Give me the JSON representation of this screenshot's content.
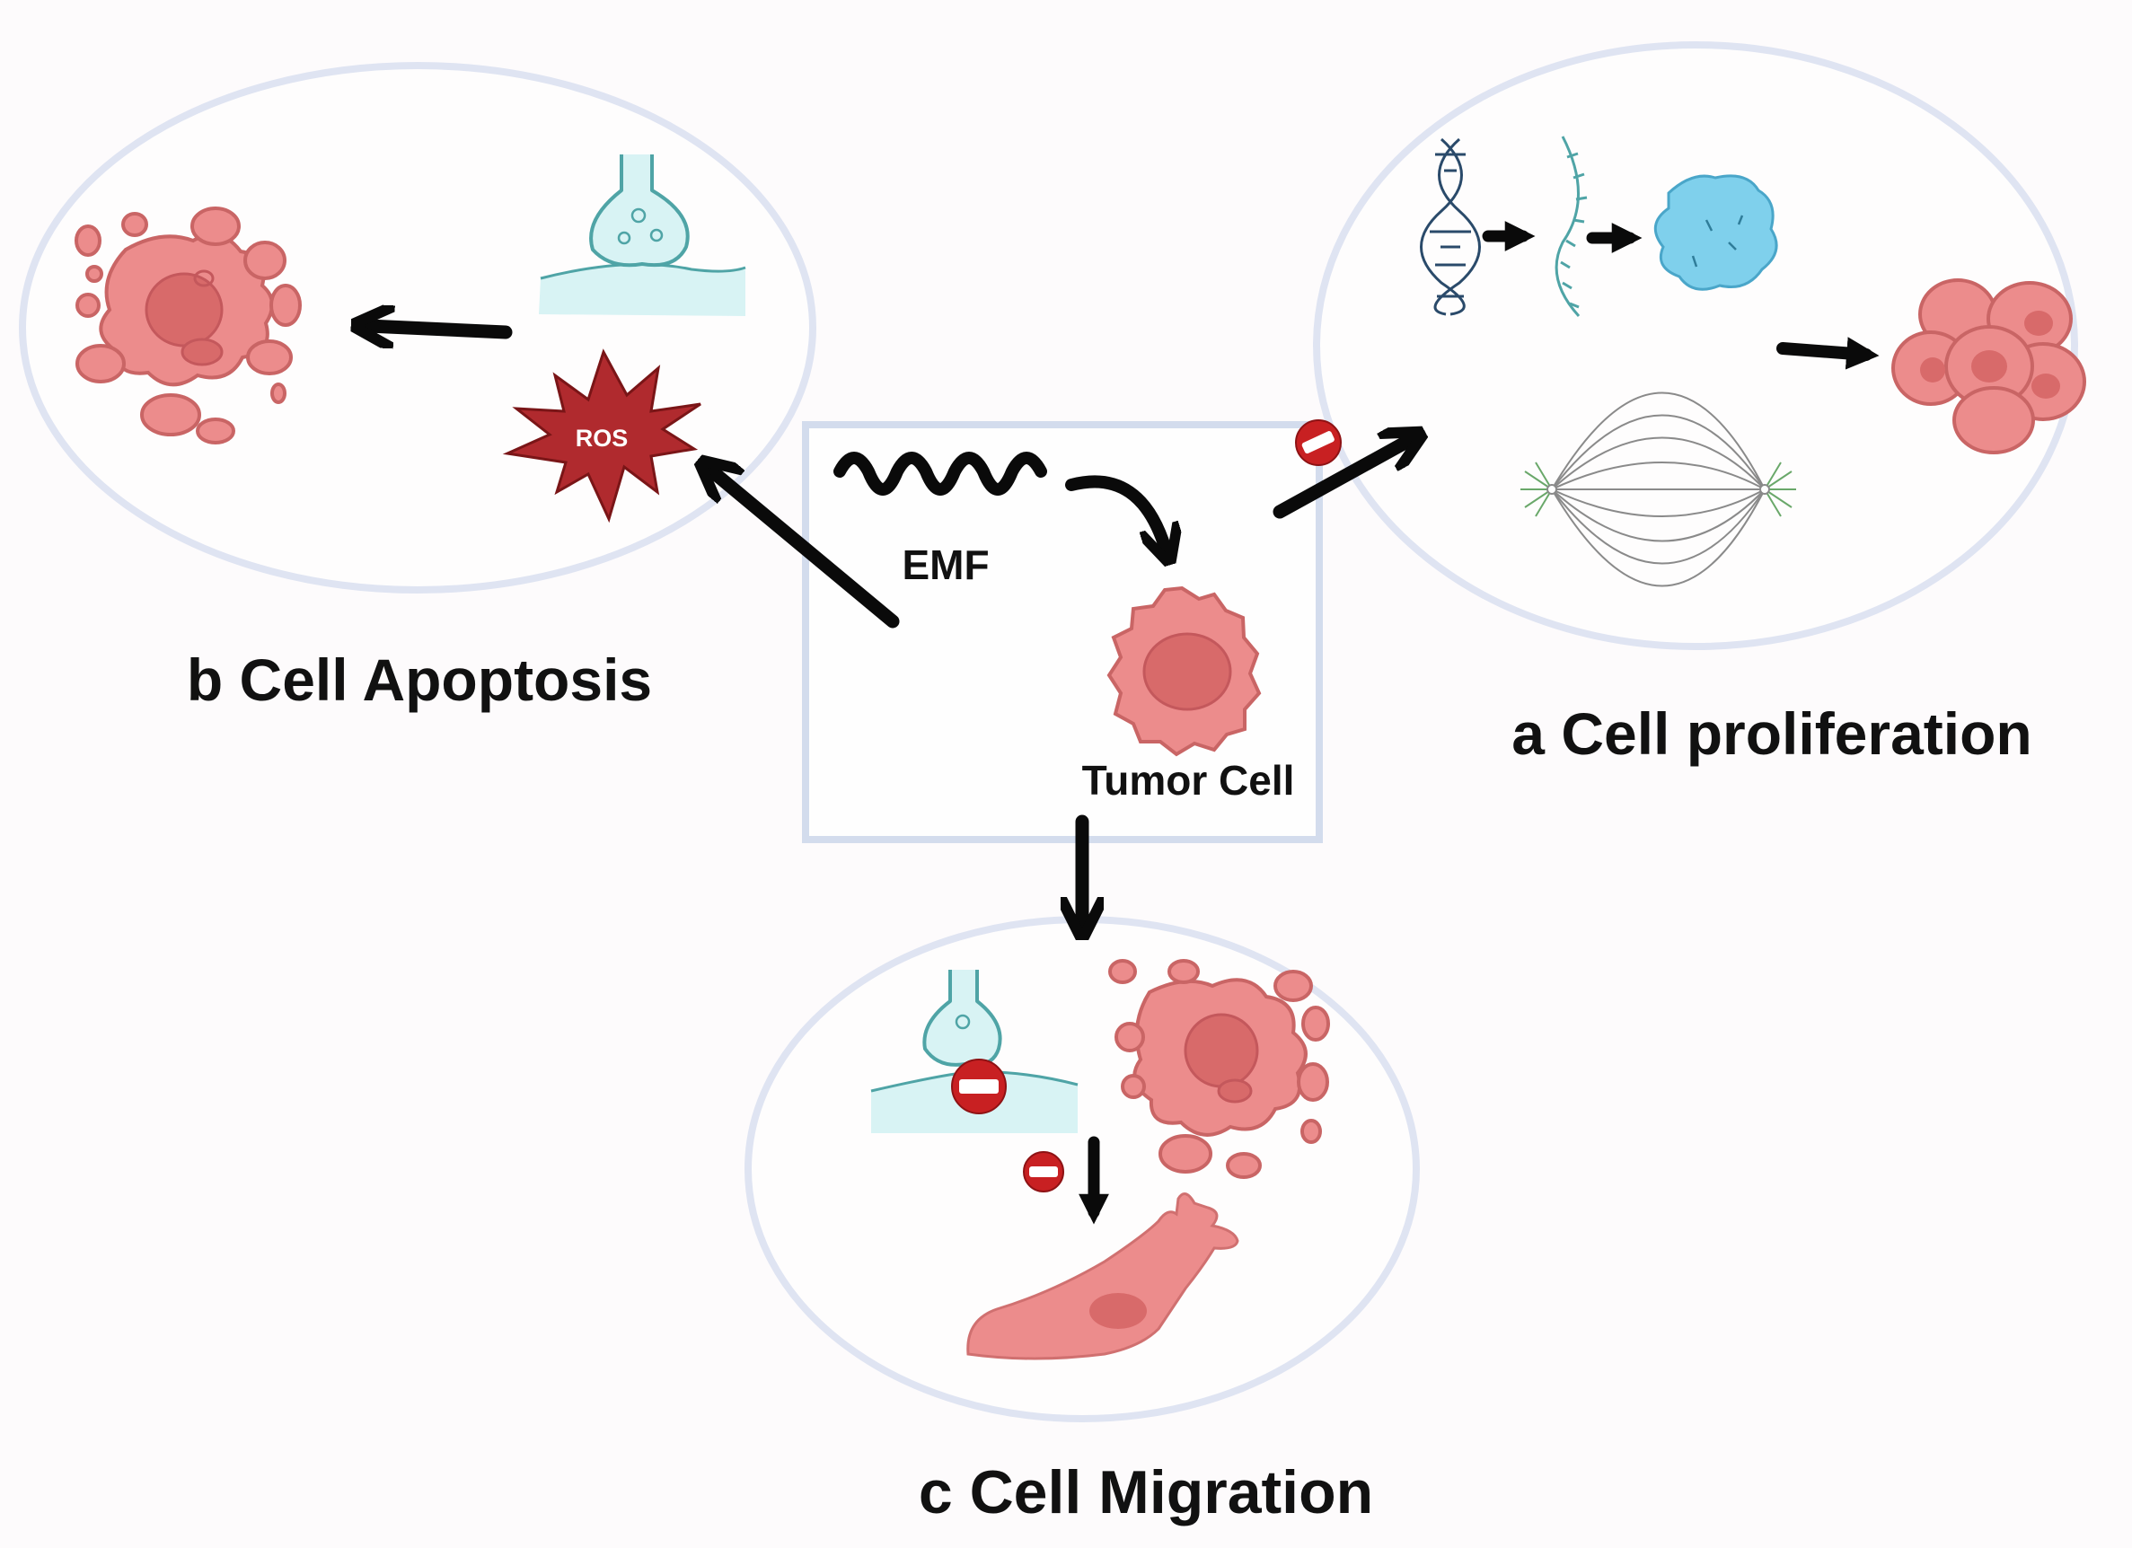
{
  "diagram": {
    "center": {
      "stimulus_label": "EMF",
      "cell_label": "Tumor Cell"
    },
    "panels": {
      "proliferation": {
        "title": "a Cell proliferation"
      },
      "apoptosis": {
        "title": "b Cell Apoptosis",
        "ros_label": "ROS"
      },
      "migration": {
        "title": "c Cell Migration"
      }
    },
    "colors": {
      "ellipse_border": "#dfe4f2",
      "box_border": "#d3dced",
      "cell_fill": "#ec8c8c",
      "cell_nucleus": "#d86a6a",
      "cell_edge": "#c96565",
      "ros_fill": "#b02a2e",
      "protein_fill": "#7fd0ec",
      "neuron_stroke": "#4fa4a6",
      "neuron_fill": "#d8f3f4",
      "inhibit_fill": "#c82022",
      "spindle_stroke": "#8a8a8a",
      "dna_stroke": "#2a4a6a",
      "arrow": "#0a0a0a"
    },
    "icons": [
      "dna-icon",
      "mrna-icon",
      "protein-icon",
      "spindle-icon",
      "neuron-synapse-icon",
      "ros-burst-icon",
      "inhibit-icon",
      "fragmented-cell-icon",
      "migrating-cell-icon",
      "wave-icon"
    ]
  }
}
